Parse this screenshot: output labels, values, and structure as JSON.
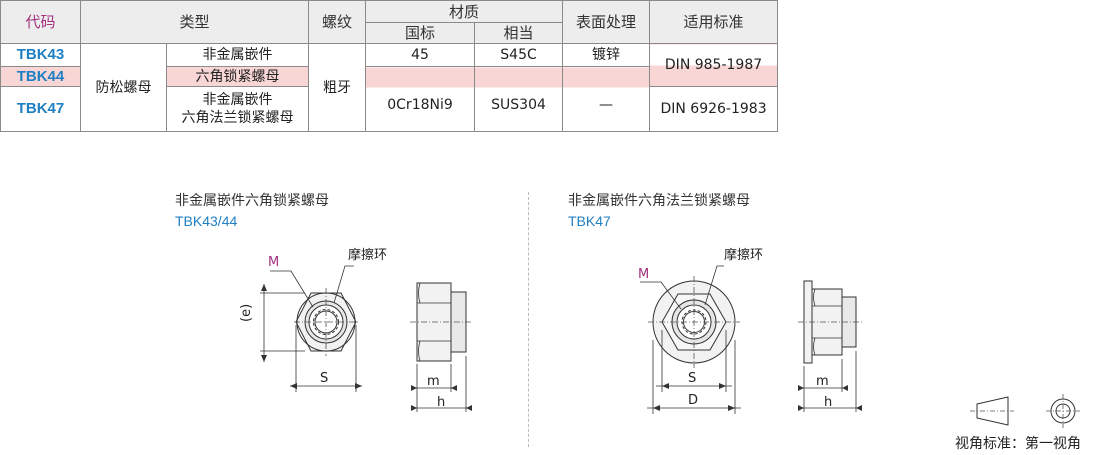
{
  "table": {
    "headers": {
      "code": "代码",
      "type": "类型",
      "thread": "螺纹",
      "material": "材质",
      "material_national": "国标",
      "material_equivalent": "相当",
      "surface": "表面处理",
      "standard": "适用标准"
    },
    "type_group": "防松螺母",
    "rows": [
      {
        "code": "TBK43",
        "subtype": "非金属嵌件",
        "material_national": "45",
        "material_equivalent": "S45C",
        "surface": "镀锌"
      },
      {
        "code": "TBK44",
        "subtype": "六角锁紧螺母"
      },
      {
        "code": "TBK47",
        "subtype_line1": "非金属嵌件",
        "subtype_line2": "六角法兰锁紧螺母"
      }
    ],
    "thread_value": "粗牙",
    "material_national_lower": "0Cr18Ni9",
    "material_equivalent_lower": "SUS304",
    "surface_lower": "—",
    "standard_upper": "DIN 985-1987",
    "standard_lower": "DIN 6926-1983",
    "highlight_color": "#f9d6d6",
    "code_color": "#1f7fc3",
    "code_header_color": "#a2317e"
  },
  "drawings": {
    "left": {
      "title": "非金属嵌件六角锁紧螺母",
      "subtitle": "TBK43/44",
      "labels": {
        "m_thread": "M",
        "ring": "摩擦环",
        "e": "(e)",
        "s": "S",
        "m": "m",
        "h": "h"
      }
    },
    "right": {
      "title": "非金属嵌件六角法兰锁紧螺母",
      "subtitle": "TBK47",
      "labels": {
        "m_thread": "M",
        "ring": "摩擦环",
        "s": "S",
        "d": "D",
        "m": "m",
        "h": "h"
      }
    }
  },
  "view_standard": "视角标准：第一视角"
}
